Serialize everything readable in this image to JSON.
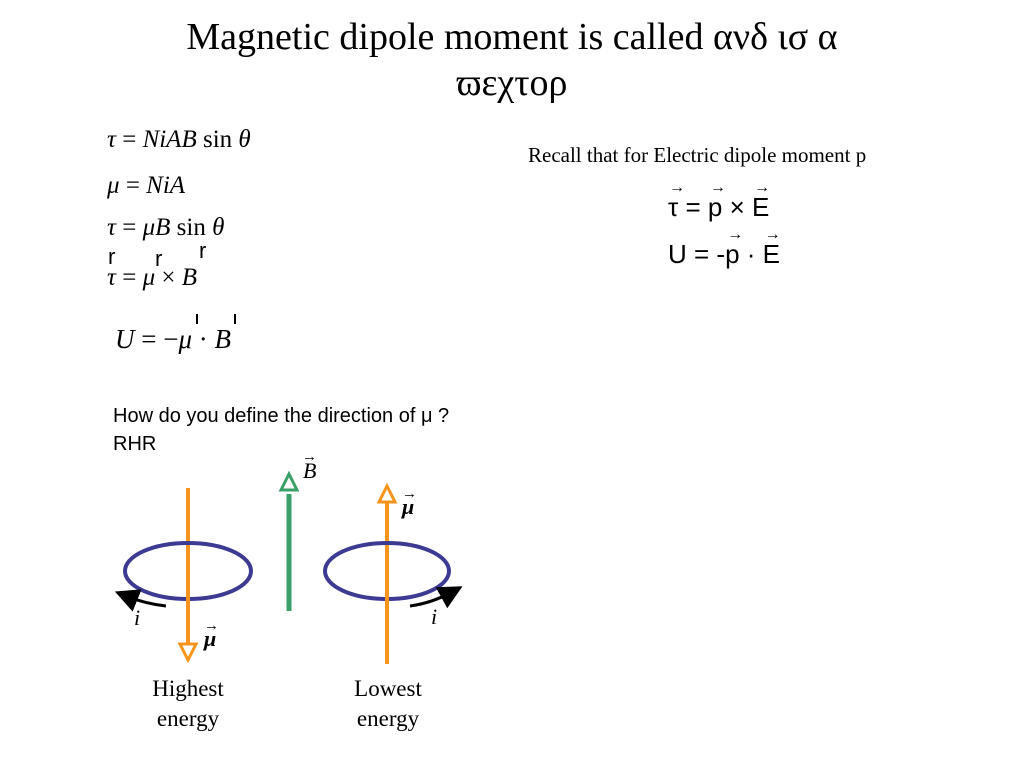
{
  "title": {
    "line1": "Magnetic dipole moment is called  ανδ ισ α",
    "line2": "ϖεχτορ"
  },
  "equations": {
    "torque_niab": {
      "lhs": "τ",
      "eq": " = ",
      "rhs_italic": "NiAB",
      "rhs_func": " sin ",
      "rhs_var": "θ"
    },
    "mu_nia": {
      "lhs": "μ",
      "eq": " = ",
      "rhs_italic": "NiA"
    },
    "torque_mub": {
      "lhs": "τ",
      "eq": " = ",
      "rhs_italic": "μB",
      "rhs_func": " sin ",
      "rhs_var": "θ"
    },
    "cross_marks": [
      "r",
      "r",
      "r"
    ],
    "torque_cross": {
      "lhs": "τ",
      "eq": " = ",
      "a": "μ",
      "op": " × ",
      "b": "B"
    },
    "energy": {
      "lhs": "U",
      "eq": " = −",
      "a": "μ",
      "op": " · ",
      "b": "B"
    }
  },
  "recall_text": "Recall that for Electric dipole moment p",
  "electric": {
    "torque": {
      "lhs": "τ",
      "eq": " = ",
      "a": "p",
      "op": " × ",
      "b": "E"
    },
    "energy": {
      "lhs": "U",
      "eq": " = -",
      "a": "p",
      "op": " · ",
      "b": "E"
    }
  },
  "question": {
    "line1": "How do you define the direction of μ ?",
    "line2": "RHR"
  },
  "figure": {
    "b_label": "B",
    "mu_label_left": "μ",
    "mu_label_right": "μ",
    "current_left": "i",
    "current_right": "i",
    "caption_left_1": "Highest",
    "caption_left_2": "energy",
    "caption_right_1": "Lowest",
    "caption_right_2": "energy",
    "colors": {
      "loop": "#3d3a94",
      "mu_arrow": "#f7941d",
      "b_arrow": "#3aa068",
      "text": "#000000"
    }
  }
}
